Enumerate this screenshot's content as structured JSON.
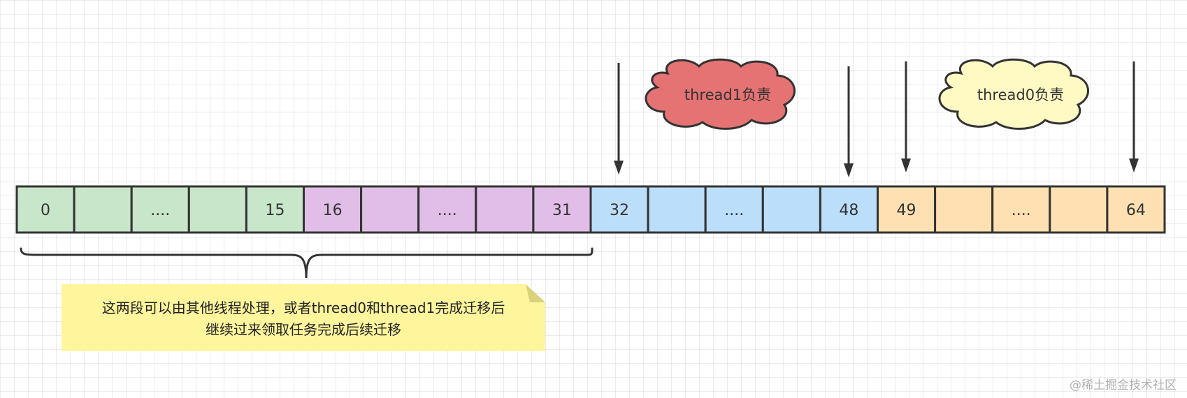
{
  "colors": {
    "green": "#c8e6c9",
    "purple": "#e1bee7",
    "blue": "#bbdefb",
    "orange": "#ffe0b2",
    "border": "#333333",
    "cloud_red": "#e57373",
    "cloud_yellow": "#fff9c4",
    "note": "#fff59d"
  },
  "array": {
    "cells": [
      {
        "label": "0",
        "color": "green"
      },
      {
        "label": "",
        "color": "green"
      },
      {
        "label": "....",
        "color": "green"
      },
      {
        "label": "",
        "color": "green"
      },
      {
        "label": "15",
        "color": "green"
      },
      {
        "label": "16",
        "color": "purple"
      },
      {
        "label": "",
        "color": "purple"
      },
      {
        "label": "....",
        "color": "purple"
      },
      {
        "label": "",
        "color": "purple"
      },
      {
        "label": "31",
        "color": "purple"
      },
      {
        "label": "32",
        "color": "blue"
      },
      {
        "label": "",
        "color": "blue"
      },
      {
        "label": "....",
        "color": "blue"
      },
      {
        "label": "",
        "color": "blue"
      },
      {
        "label": "48",
        "color": "blue"
      },
      {
        "label": "49",
        "color": "orange"
      },
      {
        "label": "",
        "color": "orange"
      },
      {
        "label": "....",
        "color": "orange"
      },
      {
        "label": "",
        "color": "orange"
      },
      {
        "label": "64",
        "color": "orange"
      }
    ]
  },
  "clouds": [
    {
      "label": "thread1负责",
      "color": "cloud_red"
    },
    {
      "label": "thread0负责",
      "color": "cloud_yellow"
    }
  ],
  "note": {
    "line1": "这两段可以由其他线程处理，或者thread0和thread1完成迁移后",
    "line2": "继续过来领取任务完成后续迁移"
  },
  "watermark": "@稀土掘金技术社区"
}
